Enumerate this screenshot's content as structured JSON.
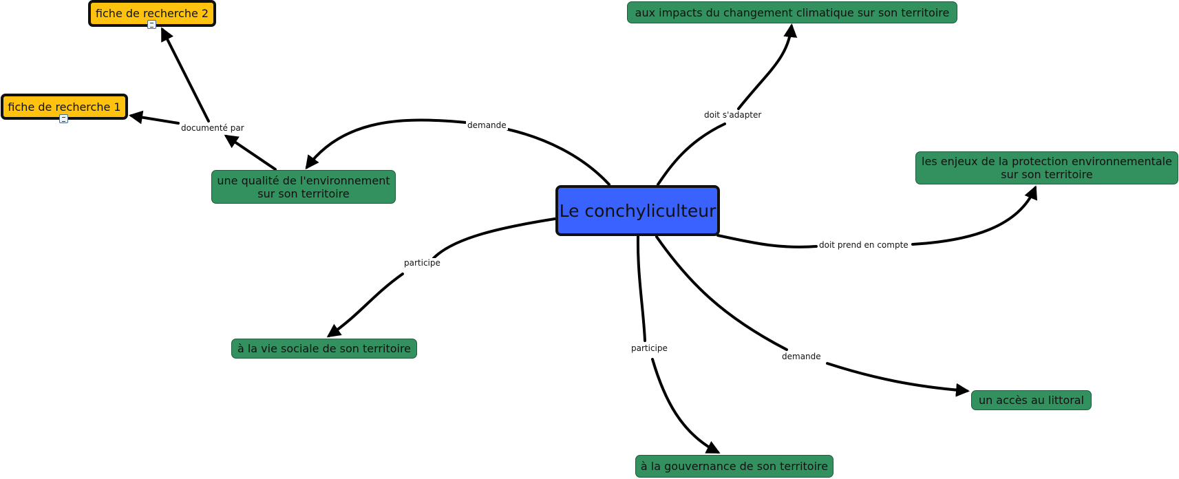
{
  "central": {
    "label": "Le conchyliculteur"
  },
  "nodes": {
    "climat": "aux impacts du changement climatique sur son territoire",
    "enjeux": "les enjeux de la protection environnementale\nsur son territoire",
    "qualite": "une qualité de l'environnement\nsur son territoire",
    "vie_sociale": "à la vie sociale de son territoire",
    "littoral": "un accès au littoral",
    "gouvernance": "à la gouvernance de son territoire",
    "fiche1": "fiche de recherche 1",
    "fiche2": "fiche de recherche 2"
  },
  "links": {
    "doit_adapter": "doit s'adapter",
    "doit_prend": "doit prend en compte",
    "demande_1": "demande",
    "demande_2": "demande",
    "participe_1": "participe",
    "participe_2": "participe",
    "documente_par": "documenté par"
  },
  "colors": {
    "central": "#3a62ff",
    "concept": "#33915f",
    "resource": "#ffc20e",
    "line": "#000000"
  },
  "icons": {
    "fiche1": "document-icon",
    "fiche2": "document-icon"
  }
}
